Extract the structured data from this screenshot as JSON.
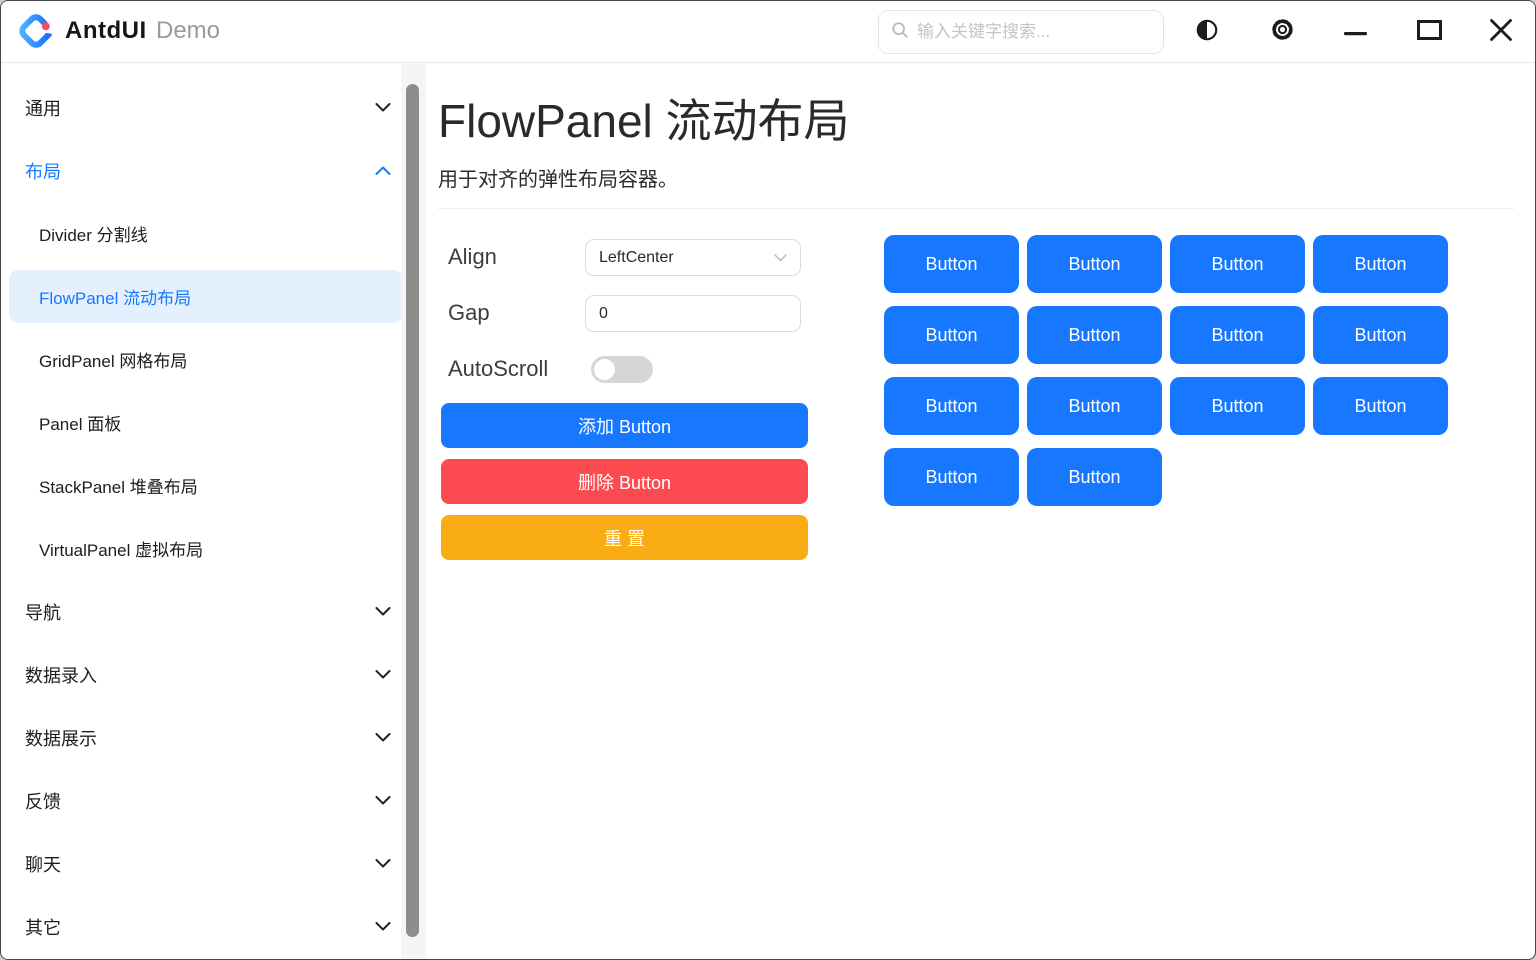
{
  "titlebar": {
    "app_name": "AntdUI",
    "app_mode": "Demo",
    "search": {
      "placeholder": "输入关键字搜索..."
    }
  },
  "sidebar": {
    "items": [
      {
        "label": "通用",
        "type": "group",
        "state": "collapsed"
      },
      {
        "label": "布局",
        "type": "group",
        "state": "expanded"
      },
      {
        "label": "Divider 分割线",
        "type": "sub"
      },
      {
        "label": "FlowPanel 流动布局",
        "type": "sub",
        "selected": true
      },
      {
        "label": "GridPanel 网格布局",
        "type": "sub"
      },
      {
        "label": "Panel 面板",
        "type": "sub"
      },
      {
        "label": "StackPanel 堆叠布局",
        "type": "sub"
      },
      {
        "label": "VirtualPanel 虚拟布局",
        "type": "sub"
      },
      {
        "label": "导航",
        "type": "group",
        "state": "collapsed"
      },
      {
        "label": "数据录入",
        "type": "group",
        "state": "collapsed"
      },
      {
        "label": "数据展示",
        "type": "group",
        "state": "collapsed"
      },
      {
        "label": "反馈",
        "type": "group",
        "state": "collapsed"
      },
      {
        "label": "聊天",
        "type": "group",
        "state": "collapsed"
      },
      {
        "label": "其它",
        "type": "group",
        "state": "collapsed"
      }
    ]
  },
  "main": {
    "title": "FlowPanel 流动布局",
    "description": "用于对齐的弹性布局容器。",
    "controls": {
      "align_label": "Align",
      "align_value": "LeftCenter",
      "gap_label": "Gap",
      "gap_value": "0",
      "autoscroll_label": "AutoScroll",
      "autoscroll_state": "off",
      "add_button_label": "添加 Button",
      "delete_button_label": "删除 Button",
      "reset_button_label": "重 置"
    },
    "flow_buttons": [
      "Button",
      "Button",
      "Button",
      "Button",
      "Button",
      "Button",
      "Button",
      "Button",
      "Button",
      "Button",
      "Button",
      "Button",
      "Button",
      "Button"
    ]
  },
  "colors": {
    "primary": "#1778FF",
    "danger": "#FC4B50",
    "warning": "#F9AC14",
    "selected_item_bg": "#E4F0FE",
    "logo_red": "#FB4A5C"
  }
}
